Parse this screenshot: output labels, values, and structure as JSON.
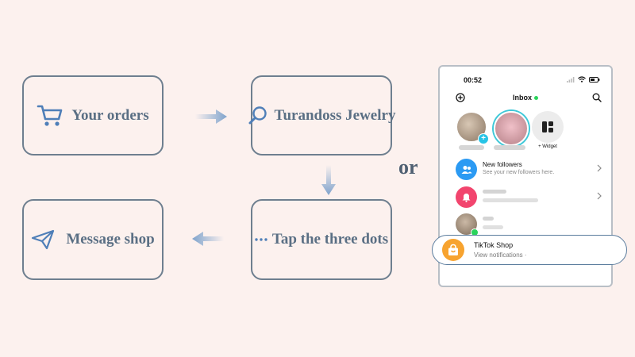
{
  "steps": [
    {
      "label": "Your orders",
      "icon": "cart-icon"
    },
    {
      "label": "Turandoss Jewelry",
      "icon": "magnifier-icon"
    },
    {
      "label": "Tap the three dots",
      "icon": "three-dots-icon"
    },
    {
      "label": "Message shop",
      "icon": "paper-plane-icon"
    }
  ],
  "or_label": "or",
  "phone": {
    "status_time": "00:52",
    "header_title": "Inbox",
    "widget_caption": "+ Widget",
    "rows": [
      {
        "title": "New followers",
        "subtitle": "See your new followers here."
      }
    ]
  },
  "shop_card": {
    "title": "TikTok Shop",
    "subtitle": "View notifications ·"
  },
  "colors": {
    "background": "#fcf1ee",
    "box_border": "#6e7f8f",
    "text": "#5a6f84",
    "arrow": "#7fa3cc",
    "shop_orange": "#f7a32f",
    "followers_blue": "#2b9af3",
    "bell_pink": "#f2456e"
  }
}
